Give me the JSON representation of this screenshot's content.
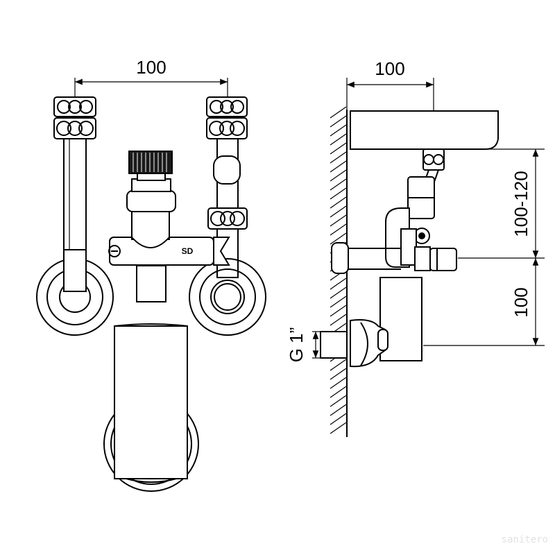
{
  "front_view": {
    "dim_top": "100",
    "logo_text": "SD"
  },
  "side_view": {
    "dim_top": "100",
    "dim_upper": "100-120",
    "dim_lower": "100",
    "thread_label": "G 1”"
  },
  "watermark": "sanitero"
}
